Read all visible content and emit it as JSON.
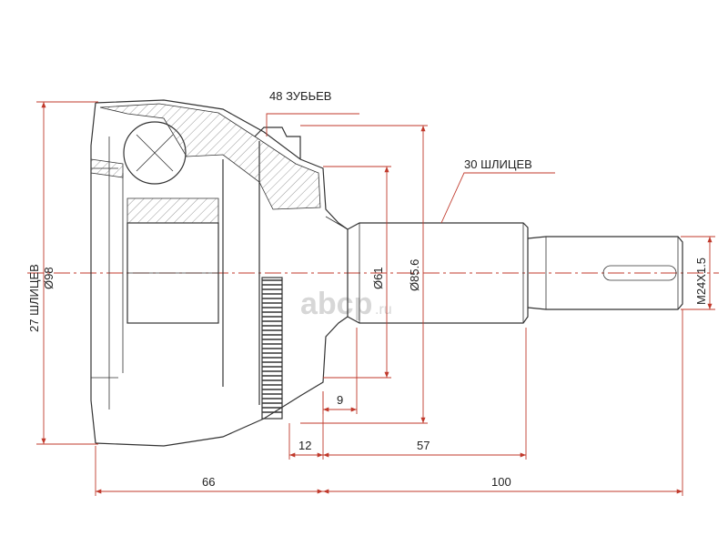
{
  "labels": {
    "teeth": "48 ЗУБЬЕВ",
    "outer_splines": "30 ШЛИЦЕВ",
    "inner_splines": "27 ШЛИЦЕВ",
    "outer_diameter": "Ø98",
    "d61": "Ø61",
    "d85": "Ø85.6",
    "thread": "M24X1.5",
    "dim_9": "9",
    "dim_12": "12",
    "dim_57": "57",
    "dim_66": "66",
    "dim_100": "100"
  },
  "logo": {
    "main": "abcp",
    "suffix": ".ru"
  },
  "colors": {
    "dimension": "#c0392b",
    "outline": "#333333",
    "watermark": "#d7d7d7"
  }
}
